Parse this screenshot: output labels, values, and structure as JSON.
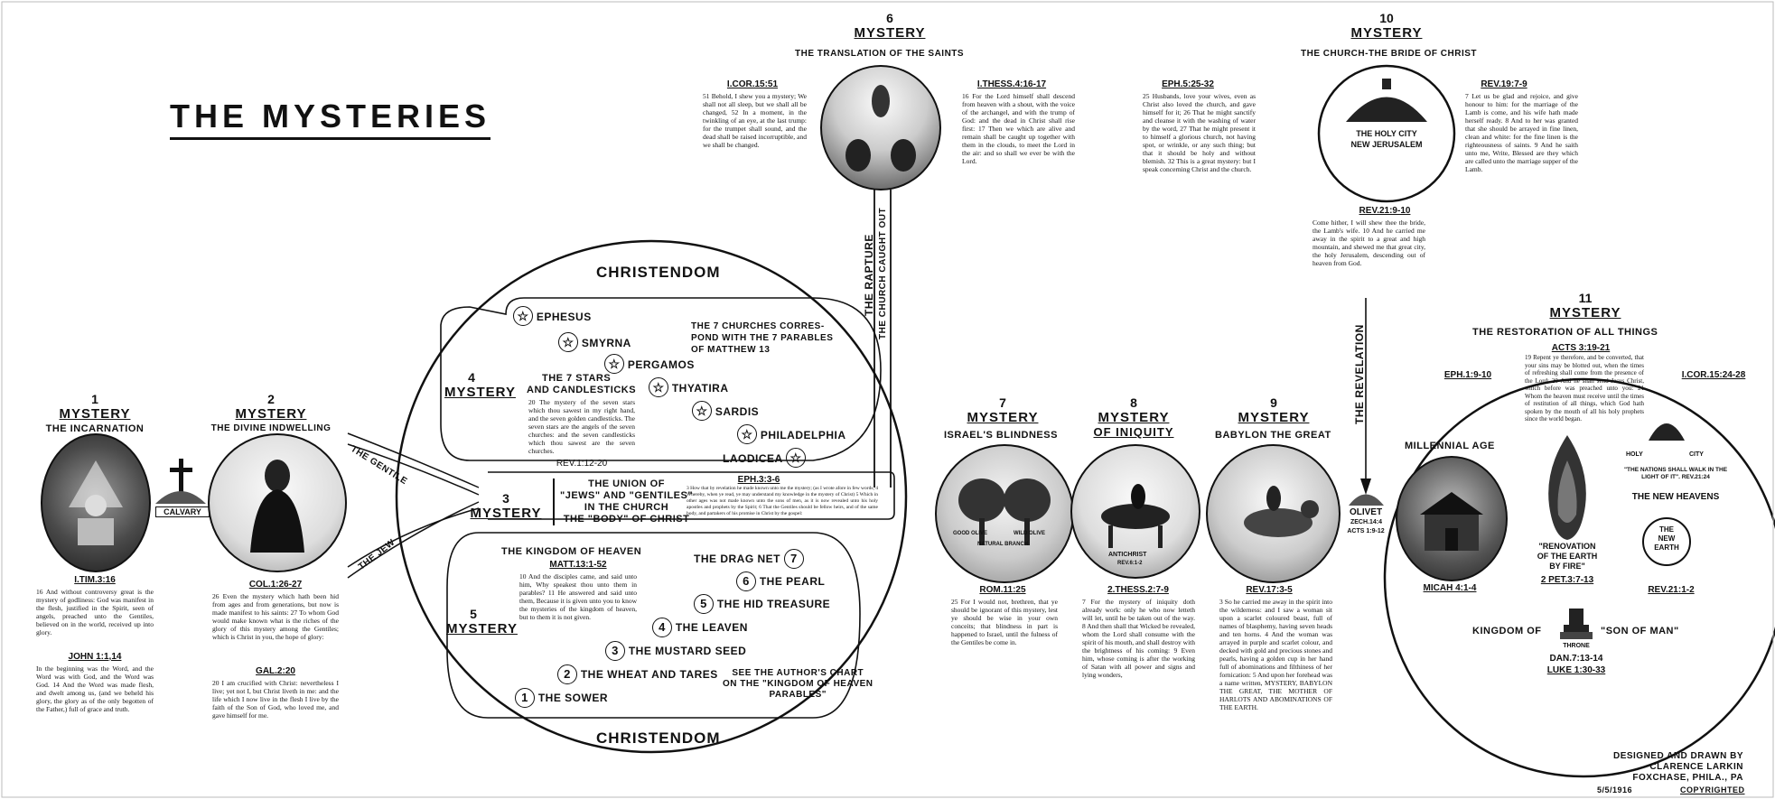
{
  "title": "THE MYSTERIES",
  "mystery_word": "MYSTERY",
  "m1": {
    "num": "1",
    "name": "THE INCARNATION",
    "ref1": "I.TIM.3:16",
    "text1": "16 And without controversy great is the mystery of godliness: God was manifest in the flesh, justified in the Spirit, seen of angels, preached unto the Gentiles, believed on in the world, received up into glory.",
    "ref2": "JOHN 1:1,14",
    "text2": "In the beginning was the Word, and the Word was with God, and the Word was God. 14 And the Word was made flesh, and dwelt among us, (and we beheld his glory, the glory as of the only begotten of the Father,) full of grace and truth."
  },
  "calvary": "CALVARY",
  "m2": {
    "num": "2",
    "name": "THE DIVINE INDWELLING",
    "ref1": "COL.1:26-27",
    "text1": "26 Even the mystery which hath been hid from ages and from generations, but now is made manifest to his saints: 27 To whom God would make known what is the riches of the glory of this mystery among the Gentiles; which is Christ in you, the hope of glory:",
    "ref2": "GAL.2:20",
    "text2": "20 I am crucified with Christ: nevertheless I live; yet not I, but Christ liveth in me: and the life which I now live in the flesh I live by the faith of the Son of God, who loved me, and gave himself for me."
  },
  "gentile": "THE GENTILE",
  "jew": "THE JEW",
  "christendom_top": "CHRISTENDOM",
  "christendom_bottom": "CHRISTENDOM",
  "m3": {
    "num": "3",
    "line1": "THE UNION OF",
    "line2": "\"JEWS\" AND \"GENTILES\"",
    "line3": "IN THE CHURCH",
    "line4": "THE \"BODY\" OF CHRIST",
    "ref": "EPH.3:3-6",
    "text": "3 How that by revelation he made known unto me the mystery; (as I wrote afore in few words, 4 Whereby, when ye read, ye may understand my knowledge in the mystery of Christ) 5 Which in other ages was not made known unto the sons of men, as it is now revealed unto his holy apostles and prophets by the Spirit; 6 That the Gentiles should be fellow heirs, and of the same body, and partakers of his promise in Christ by the gospel:"
  },
  "m4": {
    "num": "4",
    "name1": "THE 7 STARS",
    "name2": "AND CANDLESTICKS",
    "text": "20 The mystery of the seven stars which thou sawest in my right hand, and the seven golden candlesticks. The seven stars are the angels of the seven churches: and the seven candlesticks which thou sawest are the seven churches.",
    "ref": "REV.1:12-20",
    "churches": [
      "EPHESUS",
      "SMYRNA",
      "PERGAMOS",
      "THYATIRA",
      "SARDIS",
      "PHILADELPHIA",
      "LAODICEA"
    ],
    "note": [
      "THE 7 CHURCHES CORRES-",
      "POND WITH THE 7 PARABLES",
      "OF MATTHEW 13"
    ]
  },
  "m5": {
    "num": "5",
    "name": "THE KINGDOM OF HEAVEN",
    "ref": "MATT.13:1-52",
    "text": "10 And the disciples came, and said unto him, Why speakest thou unto them in parables? 11 He answered and said unto them, Because it is given unto you to know the mysteries of the kingdom of heaven, but to them it is not given.",
    "parables": [
      {
        "n": "1",
        "label": "THE SOWER"
      },
      {
        "n": "2",
        "label": "THE WHEAT AND TARES"
      },
      {
        "n": "3",
        "label": "THE MUSTARD SEED"
      },
      {
        "n": "4",
        "label": "THE LEAVEN"
      },
      {
        "n": "5",
        "label": "THE HID TREASURE"
      },
      {
        "n": "6",
        "label": "THE PEARL"
      },
      {
        "n": "7",
        "label": "THE DRAG NET"
      }
    ],
    "see": [
      "SEE THE AUTHOR'S CHART",
      "ON THE \"KINGDOM OF HEAVEN",
      "PARABLES\""
    ]
  },
  "m6": {
    "num": "6",
    "name": "THE TRANSLATION OF THE SAINTS",
    "ref1": "I.COR.15:51",
    "text1": "51 Behold, I shew you a mystery; We shall not all sleep, but we shall all be changed, 52 In a moment, in the twinkling of an eye, at the last trump: for the trumpet shall sound, and the dead shall be raised incorruptible, and we shall be changed.",
    "ref2": "I.THESS.4:16-17",
    "text2": "16 For the Lord himself shall descend from heaven with a shout, with the voice of the archangel, and with the trump of God: and the dead in Christ shall rise first: 17 Then we which are alive and remain shall be caught up together with them in the clouds, to meet the Lord in the air: and so shall we ever be with the Lord."
  },
  "rapture": "THE RAPTURE",
  "caught_out": "THE CHURCH CAUGHT OUT",
  "m7": {
    "num": "7",
    "name": "ISRAEL'S BLINDNESS",
    "good": "GOOD OLIVE",
    "wild": "WILD OLIVE",
    "branch": "NATURAL BRANCH",
    "ref": "ROM.11:25",
    "text": "25 For I would not, brethren, that ye should be ignorant of this mystery, lest ye should be wise in your own conceits; that blindness in part is happened to Israel, until the fulness of the Gentiles be come in."
  },
  "m8": {
    "num": "8",
    "name": "OF INIQUITY",
    "anti": "ANTICHRIST",
    "antiref": "REV.6:1-2",
    "ref": "2.THESS.2:7-9",
    "text": "7 For the mystery of iniquity doth already work: only he who now letteth will let, until he be taken out of the way. 8 And then shall that Wicked be revealed, whom the Lord shall consume with the spirit of his mouth, and shall destroy with the brightness of his coming: 9 Even him, whose coming is after the working of Satan with all power and signs and lying wonders,"
  },
  "m9": {
    "num": "9",
    "name": "BABYLON THE GREAT",
    "ref": "REV.17:3-5",
    "text": "3 So he carried me away in the spirit into the wilderness: and I saw a woman sit upon a scarlet coloured beast, full of names of blasphemy, having seven heads and ten horns. 4 And the woman was arrayed in purple and scarlet colour, and decked with gold and precious stones and pearls, having a golden cup in her hand full of abominations and filthiness of her fornication: 5 And upon her forehead was a name written, MYSTERY, BABYLON THE GREAT, THE MOTHER OF HARLOTS AND ABOMINATIONS OF THE EARTH."
  },
  "olivet": "OLIVET",
  "olivet_ref1": "ZECH.14:4",
  "olivet_ref2": "ACTS 1:9-12",
  "revelation": "THE REVELATION",
  "m10": {
    "num": "10",
    "name": "THE CHURCH-THE BRIDE OF CHRIST",
    "city1": "THE HOLY CITY",
    "city2": "NEW JERUSALEM",
    "ref1": "EPH.5:25-32",
    "text1": "25 Husbands, love your wives, even as Christ also loved the church, and gave himself for it; 26 That he might sanctify and cleanse it with the washing of water by the word, 27 That he might present it to himself a glorious church, not having spot, or wrinkle, or any such thing; but that it should be holy and without blemish. 32 This is a great mystery: but I speak concerning Christ and the church.",
    "ref2": "REV.19:7-9",
    "text2": "7 Let us be glad and rejoice, and give honour to him: for the marriage of the Lamb is come, and his wife hath made herself ready. 8 And to her was granted that she should be arrayed in fine linen, clean and white: for the fine linen is the righteousness of saints. 9 And he saith unto me, Write, Blessed are they which are called unto the marriage supper of the Lamb.",
    "ref3": "REV.21:9-10",
    "text3": "Come hither, I will shew thee the bride, the Lamb's wife. 10 And he carried me away in the spirit to a great and high mountain, and shewed me that great city, the holy Jerusalem, descending out of heaven from God."
  },
  "m11": {
    "num": "11",
    "name": "THE RESTORATION OF ALL THINGS",
    "ref_acts": "ACTS 3:19-21",
    "ref_eph": "EPH.1:9-10",
    "ref_cor": "I.COR.15:24-28",
    "text": "19 Repent ye therefore, and be converted, that your sins may be blotted out, when the times of refreshing shall come from the presence of the Lord; 20 And he shall send Jesus Christ, which before was preached unto you: 21 Whom the heaven must receive until the times of restitution of all things, which God hath spoken by the mouth of all his holy prophets since the world began.",
    "millennial": "MILLENNIAL AGE",
    "holy": "HOLY",
    "city": "CITY",
    "nations": "\"THE NATIONS SHALL WALK IN THE LIGHT OF IT\". REV.21:24",
    "new_heavens": "THE NEW HEAVENS",
    "renovation1": "\"RENOVATION",
    "renovation2": "OF THE EARTH",
    "renovation3": "BY FIRE\"",
    "ref_pet": "2 PET.3:7-13",
    "new_earth1": "THE",
    "new_earth2": "NEW",
    "new_earth3": "EARTH",
    "ref_rev": "REV.21:1-2",
    "ref_micah": "MICAH 4:1-4",
    "kingdom": "KINGDOM OF",
    "son_of_man": "\"SON OF MAN\"",
    "throne": "THRONE",
    "ref_dan": "DAN.7:13-14",
    "ref_luke": "LUKE 1:30-33"
  },
  "credit": {
    "line1": "DESIGNED AND DRAWN BY",
    "line2": "CLARENCE LARKIN",
    "line3": "FOXCHASE, PHILA., PA",
    "date": "5/5/1916",
    "copyright": "COPYRIGHTED"
  }
}
